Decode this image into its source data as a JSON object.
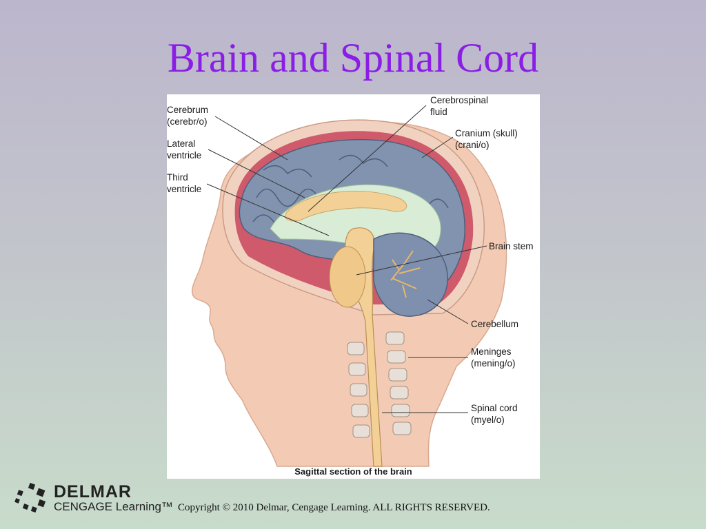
{
  "slide": {
    "title": "Brain and Spinal Cord",
    "copyright": "Copyright © 2010 Delmar, Cengage Learning. ALL RIGHTS RESERVED."
  },
  "figure": {
    "caption": "Sagittal section of the brain",
    "labels": {
      "cerebrum_1": "Cerebrum",
      "cerebrum_2": "(cerebr/o)",
      "lateral_ventricle_1": "Lateral",
      "lateral_ventricle_2": "ventricle",
      "third_ventricle_1": "Third",
      "third_ventricle_2": "ventricle",
      "csf_1": "Cerebrospinal",
      "csf_2": "fluid",
      "cranium_1": "Cranium (skull)",
      "cranium_2": "(crani/o)",
      "brain_stem": "Brain stem",
      "cerebellum": "Cerebellum",
      "meninges_1": "Meninges",
      "meninges_2": "(mening/o)",
      "spinal_cord_1": "Spinal cord",
      "spinal_cord_2": "(myel/o)"
    }
  },
  "logo": {
    "word": "DELMAR",
    "sub": "CENGAGE Learning™"
  },
  "colors": {
    "title": "#8a1ee6",
    "skin": "#f3cbb4",
    "brain": "#8193ae",
    "csf": "#d8ecd6",
    "brainstem": "#f3d196",
    "meninges": "#c8455c"
  }
}
